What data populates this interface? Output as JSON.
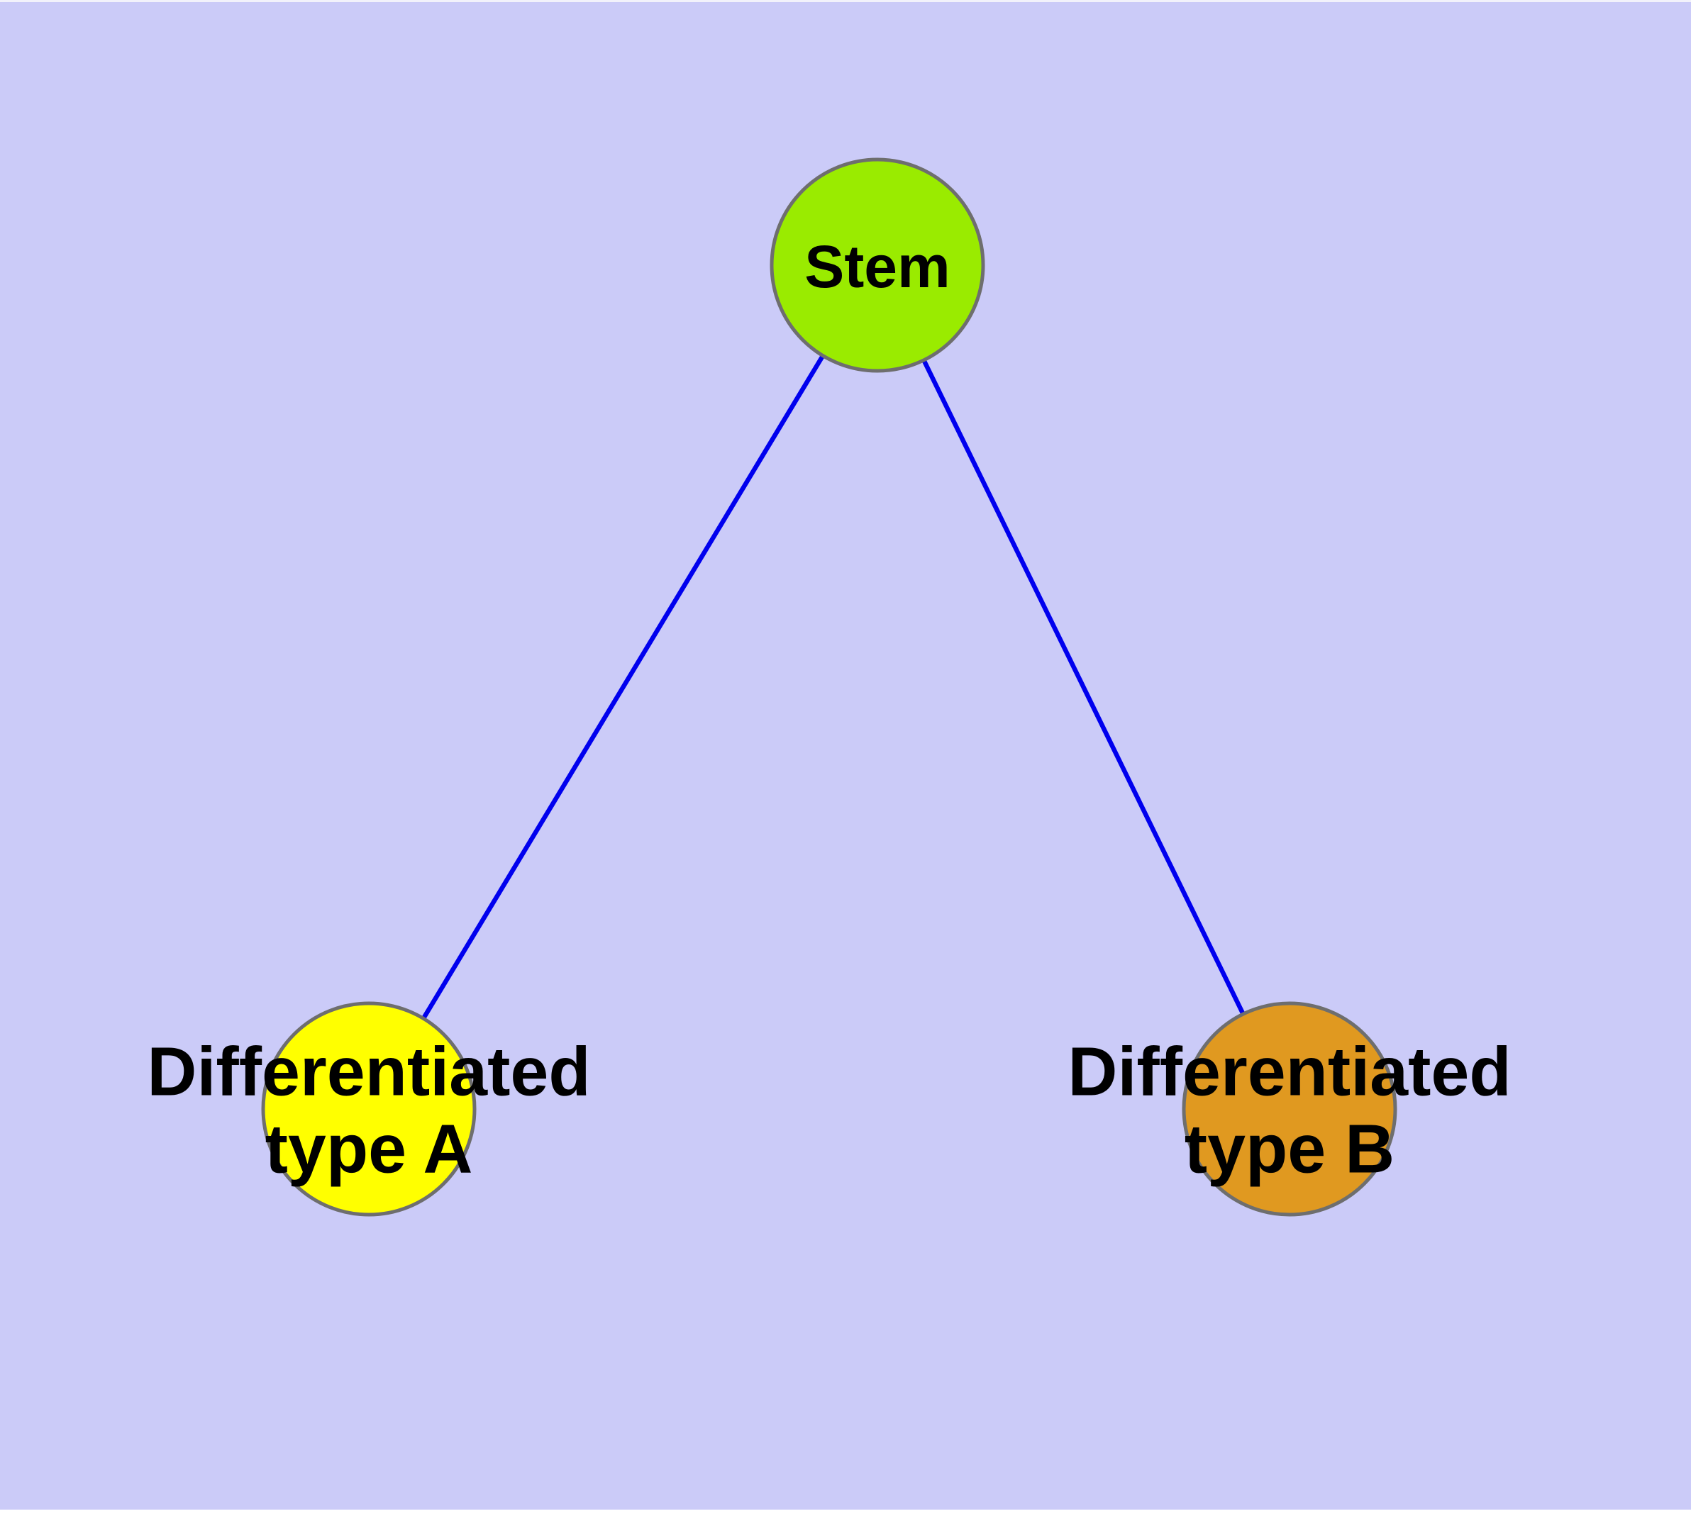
{
  "canvas": {
    "background": "#CBCBF8",
    "edge_color": "#0000EE",
    "node_border_color": "#6E6E6E"
  },
  "graph": {
    "type": "node-link-diagram",
    "nodes": [
      {
        "id": "stem",
        "label": "Stem",
        "label_lines": [
          "Stem"
        ],
        "fill": "#9AEB00",
        "border": "#6E6E6E"
      },
      {
        "id": "type-a",
        "label": "Differentiated type A",
        "label_lines": [
          "Differentiated",
          "type A"
        ],
        "fill": "#FFFF00",
        "border": "#6E6E6E"
      },
      {
        "id": "type-b",
        "label": "Differentiated type B",
        "label_lines": [
          "Differentiated",
          "type B"
        ],
        "fill": "#E09920",
        "border": "#6E6E6E"
      }
    ],
    "edges": [
      {
        "from": "stem",
        "to": "type-a"
      },
      {
        "from": "stem",
        "to": "type-b"
      }
    ]
  }
}
